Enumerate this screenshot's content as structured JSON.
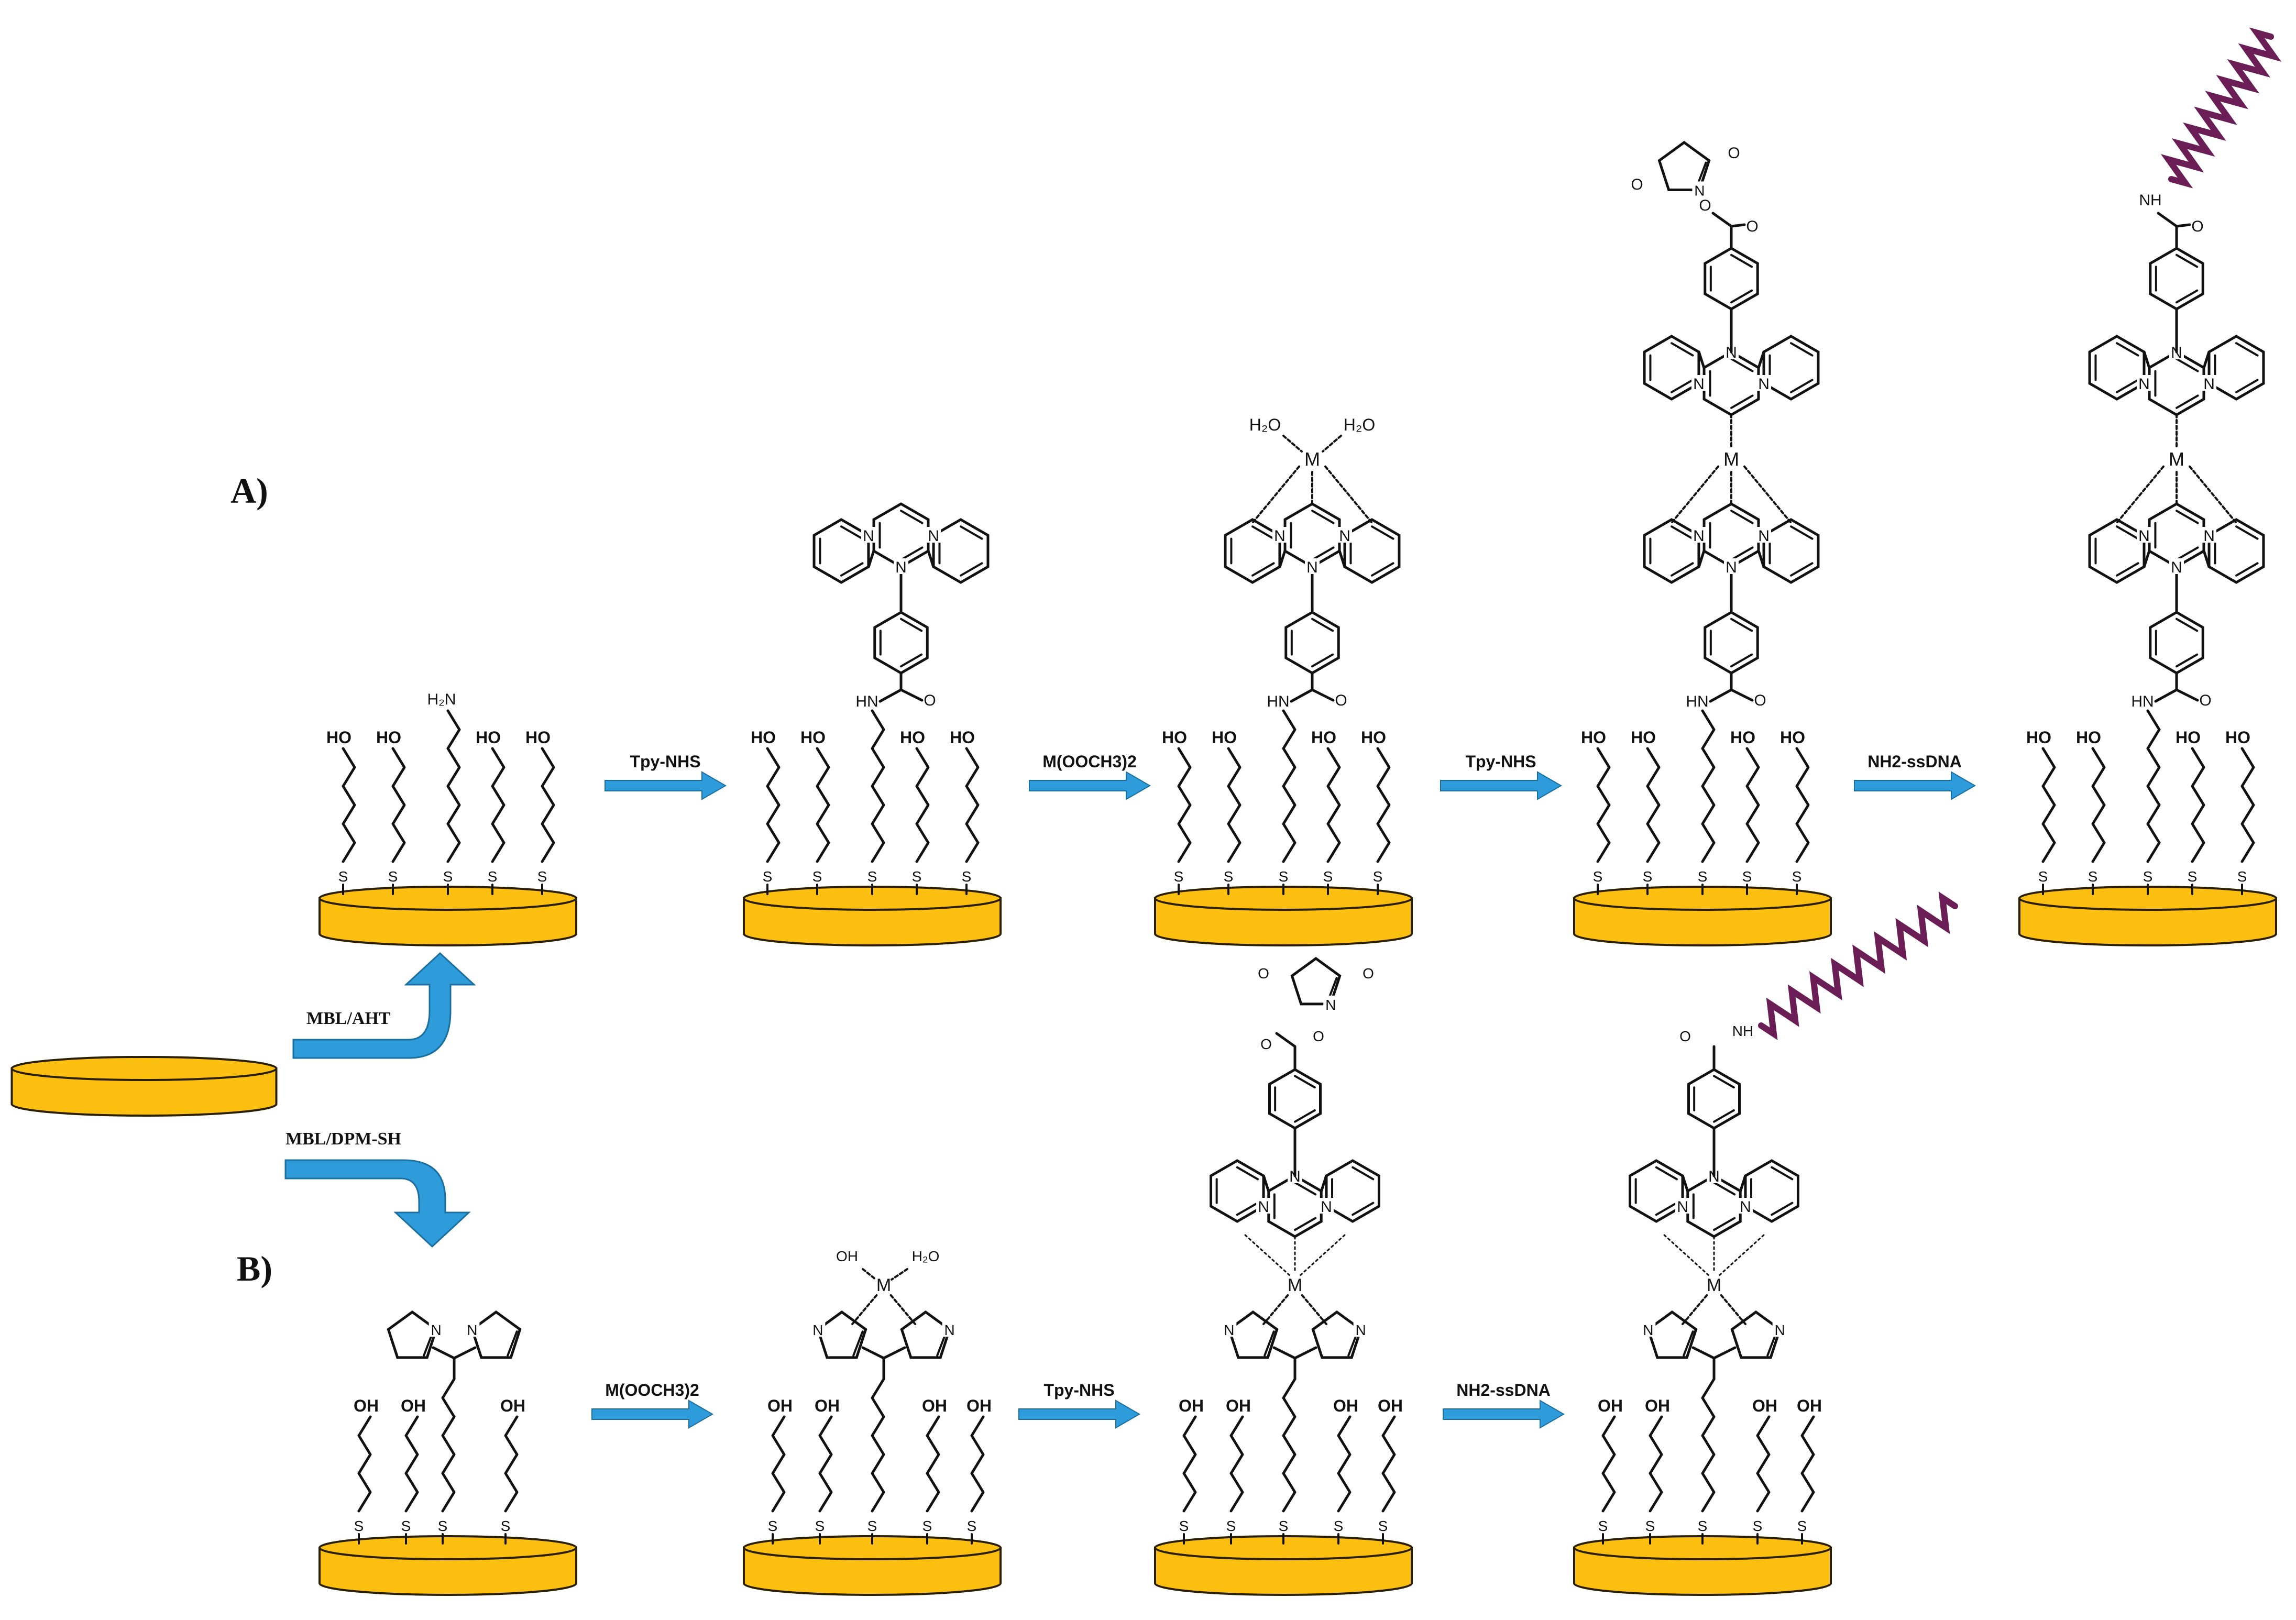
{
  "labels": {
    "panel_a": "A)",
    "panel_b": "B)"
  },
  "reagents": {
    "mbl_aht": "MBL/AHT",
    "mbl_dpm_sh": "MBL/DPM-SH",
    "a1": "Tpy-NHS",
    "a2": "M(OOCH3)2",
    "a3": "Tpy-NHS",
    "a4": "NH2-ssDNA",
    "b1": "M(OOCH3)2",
    "b2": "Tpy-NHS",
    "b3": "NH2-ssDNA"
  },
  "atoms": {
    "ho": "HO",
    "oh": "OH",
    "s": "S",
    "n": "N",
    "m": "M",
    "nh": "NH",
    "hn": "HN",
    "o": "O",
    "h2o": "H₂O",
    "h2n": "H₂N"
  },
  "colors": {
    "gold_fill": "#FDC010",
    "gold_stroke": "#2a1f00",
    "arrow": "#2E9BDB",
    "dna": "#6B1E55",
    "ink": "#111111"
  }
}
